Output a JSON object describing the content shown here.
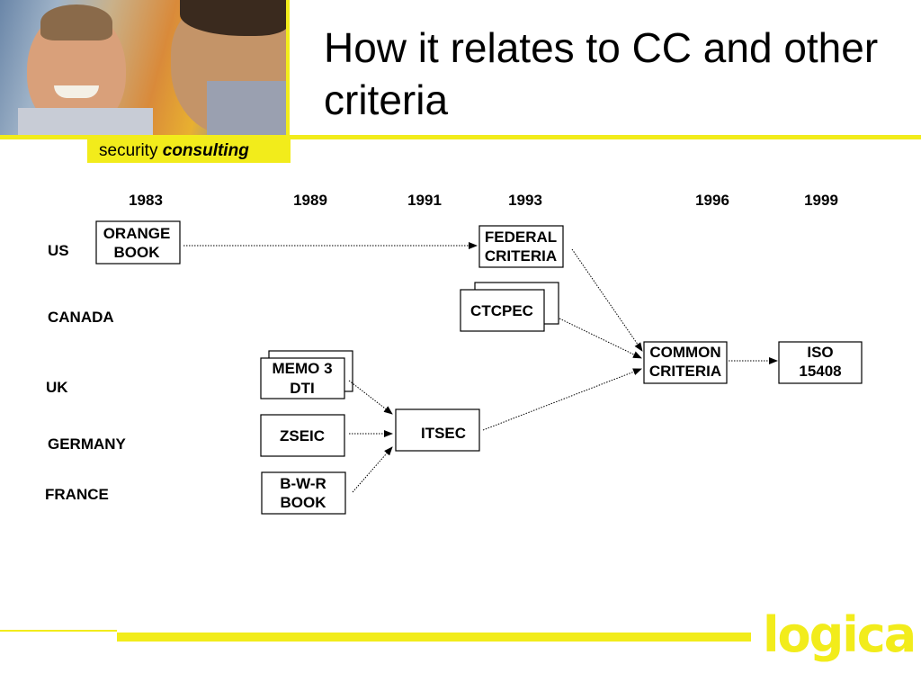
{
  "header": {
    "title": "How it relates to CC and other criteria",
    "tagline_light": "security",
    "tagline_bold": "consulting"
  },
  "diagram": {
    "years": [
      "1983",
      "1989",
      "1991",
      "1993",
      "1996",
      "1999"
    ],
    "countries": [
      "US",
      "CANADA",
      "UK",
      "GERMANY",
      "FRANCE"
    ],
    "boxes": {
      "orange_book": [
        "ORANGE",
        "BOOK"
      ],
      "federal_criteria": [
        "FEDERAL",
        "CRITERIA"
      ],
      "ctcpec": [
        "CTCPEC"
      ],
      "memo3_dti": [
        "MEMO 3",
        "DTI"
      ],
      "zseic": [
        "ZSEIC"
      ],
      "bwr_book": [
        "B-W-R",
        "BOOK"
      ],
      "itsec": [
        "ITSEC"
      ],
      "common_criteria": [
        "COMMON",
        "CRITERIA"
      ],
      "iso_15408": [
        "ISO",
        "15408"
      ]
    }
  },
  "footer": {
    "logo_text": "logica"
  },
  "colors": {
    "accent_yellow": "#f2ec1b"
  }
}
